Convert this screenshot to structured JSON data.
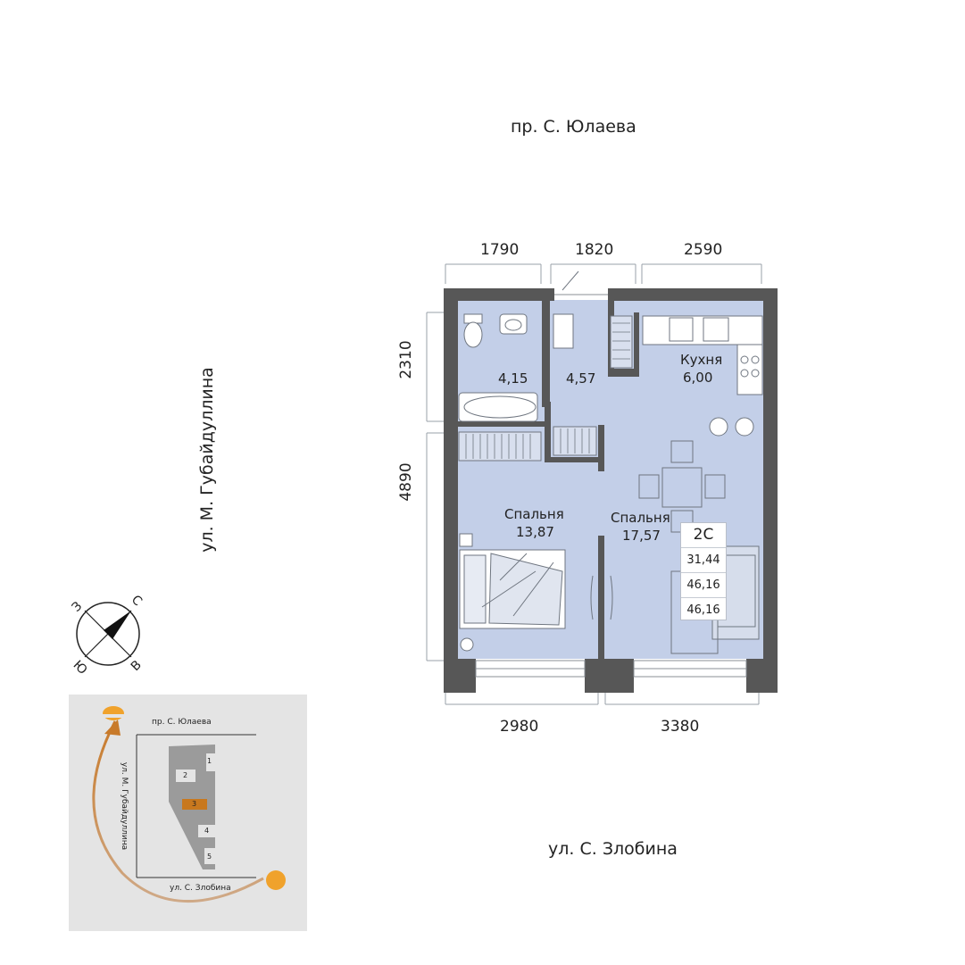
{
  "streets": {
    "north": "пр. С. Юлаева",
    "west": "ул. М. Губайдуллина",
    "south": "ул. С. Злобина"
  },
  "dimensions": {
    "top": [
      "1790",
      "1820",
      "2590"
    ],
    "left": [
      "2310",
      "4890"
    ],
    "bottom": [
      "2980",
      "3380"
    ]
  },
  "rooms": {
    "bathroom": {
      "area": "4,15"
    },
    "hall": {
      "area": "4,57"
    },
    "kitchen": {
      "name": "Кухня",
      "area": "6,00"
    },
    "bedroom1": {
      "name": "Спальня",
      "area": "13,87"
    },
    "bedroom2": {
      "name": "Спальня",
      "area": "17,57"
    }
  },
  "apartment": {
    "type": "2С",
    "areas": [
      "31,44",
      "46,16",
      "46,16"
    ]
  },
  "compass": {
    "n": "С",
    "s": "Ю",
    "w": "З",
    "e": "В"
  },
  "site_map": {
    "north_street": "пр. С. Юлаева",
    "west_street": "ул. М. Губайдуллина",
    "south_street": "ул. С. Злобина",
    "buildings": [
      "1",
      "2",
      "3",
      "4",
      "5"
    ],
    "highlight_color": "#c8781e"
  },
  "colors": {
    "floor": "#c3cfe8",
    "wall": "#575757",
    "accent": "#c87a2a"
  }
}
